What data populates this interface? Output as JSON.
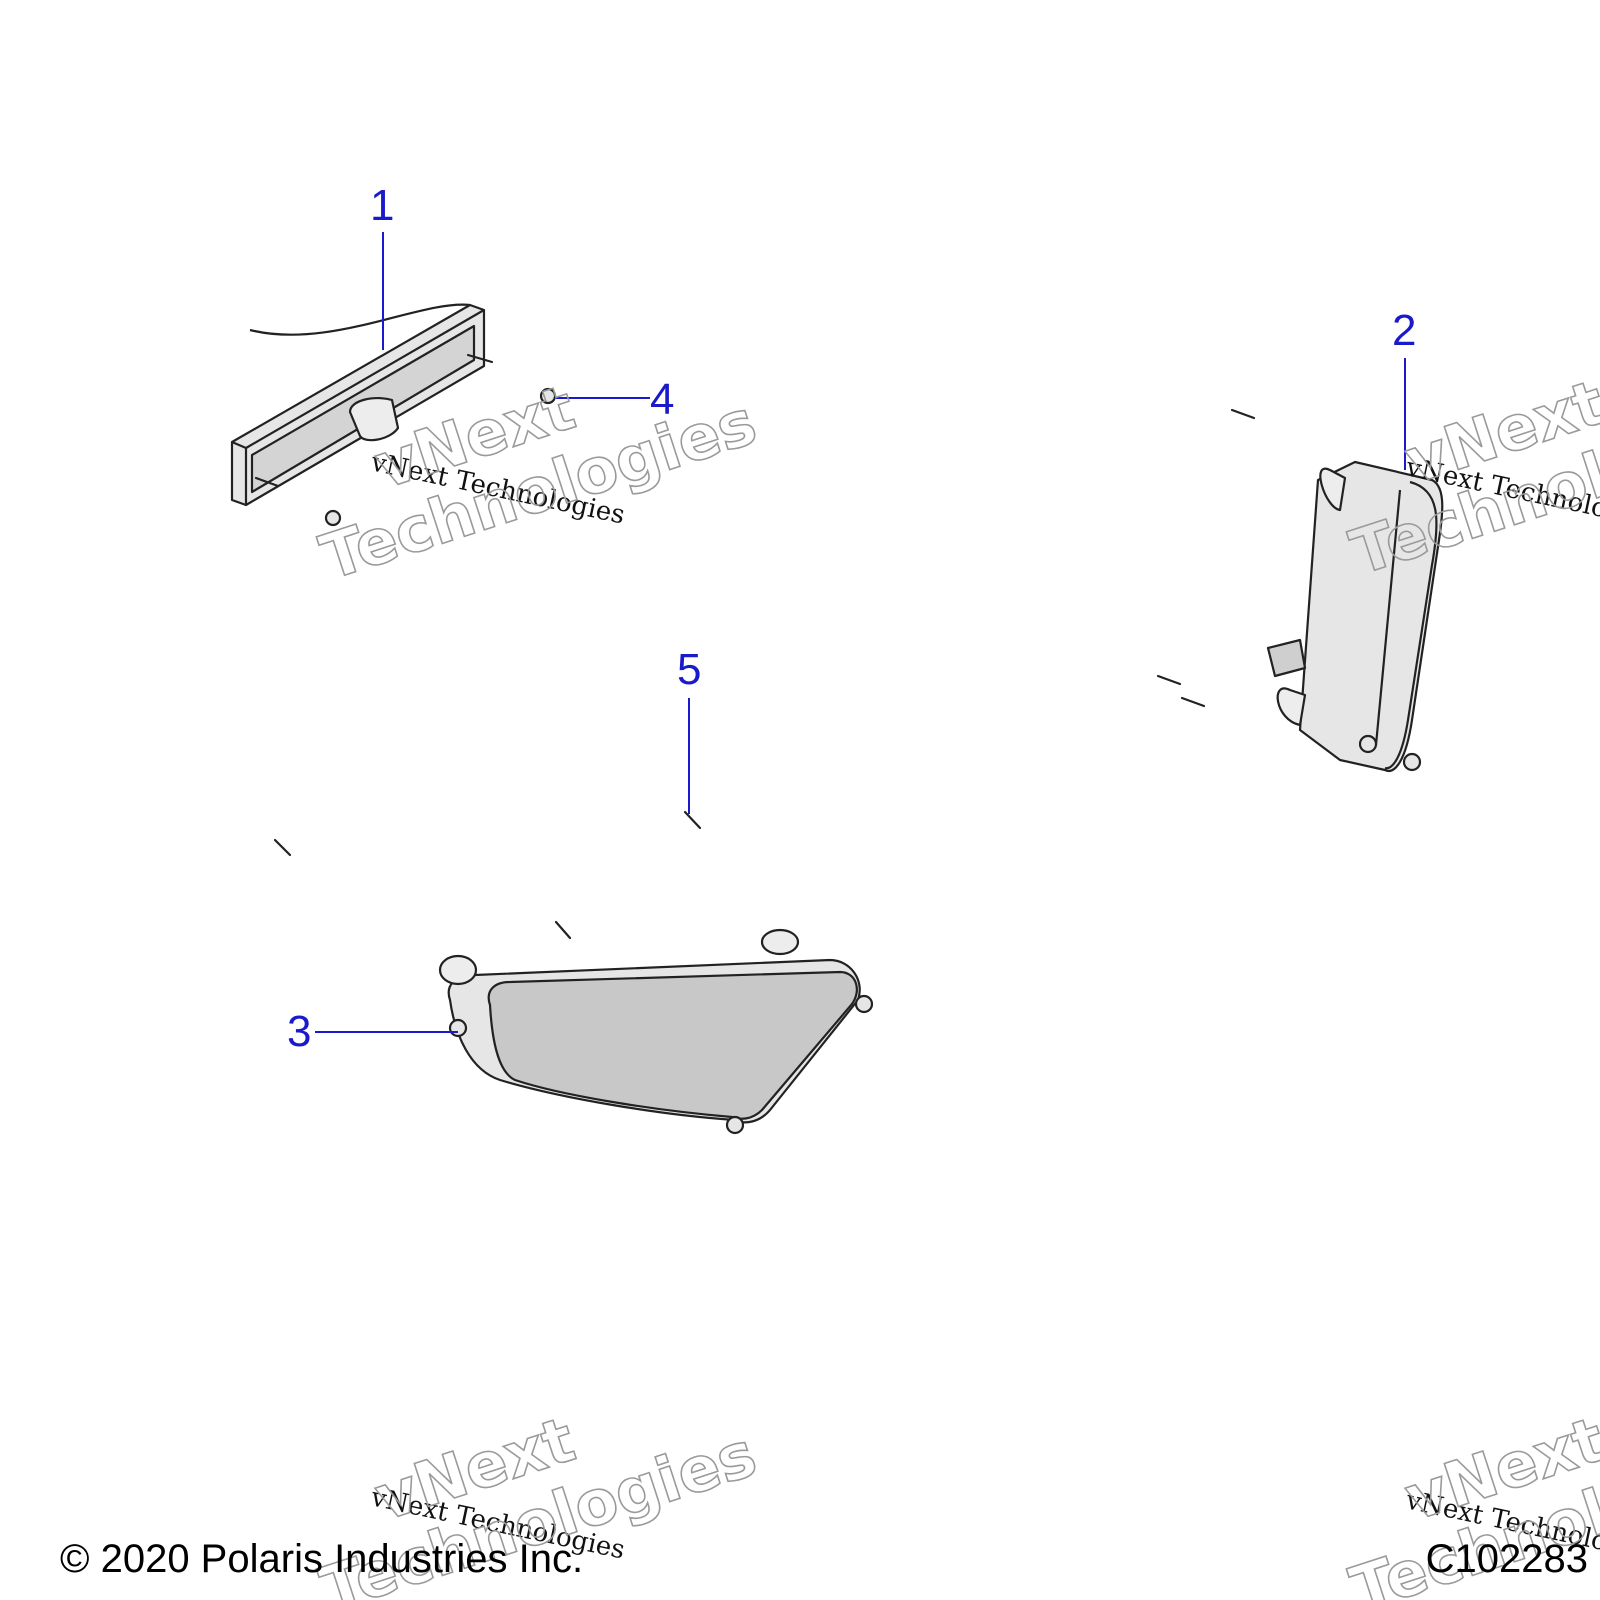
{
  "callouts": [
    {
      "id": "1",
      "label": "1"
    },
    {
      "id": "2",
      "label": "2"
    },
    {
      "id": "3",
      "label": "3"
    },
    {
      "id": "4",
      "label": "4"
    },
    {
      "id": "5",
      "label": "5"
    }
  ],
  "watermark": {
    "small": "vNext Technologies",
    "big_line1": "vNext",
    "big_line2": "Technologies"
  },
  "footer": {
    "copyright": "© 2020 Polaris Industries Inc.",
    "figure_id": "C102283"
  },
  "colors": {
    "callout": "#1a1acc",
    "part_fill": "#e6e6e6",
    "lens_fill": "#c8c8c8",
    "line": "#222222"
  }
}
